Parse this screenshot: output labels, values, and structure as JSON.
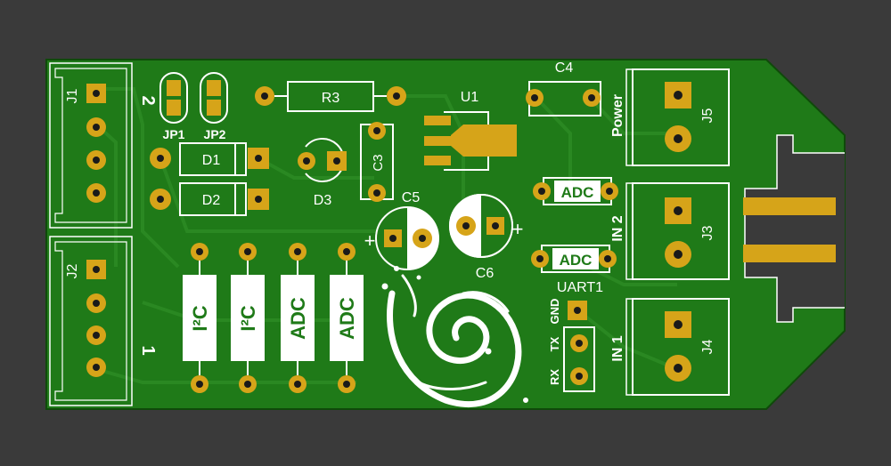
{
  "board": {
    "colors": {
      "background": "#3a3a3a",
      "pcb": "#1f7a18",
      "trace": "#2a8a22",
      "pad": "#d6a419",
      "silk": "#ffffff",
      "drill": "#1a1a1a"
    }
  },
  "refs": {
    "j1": "J1",
    "j2": "J2",
    "j3": "J3",
    "j4": "J4",
    "j5": "J5",
    "jp1": "JP1",
    "jp2": "JP2",
    "d1": "D1",
    "d2": "D2",
    "d3": "D3",
    "r3": "R3",
    "u1": "U1",
    "c3": "C3",
    "c4": "C4",
    "c5": "C5",
    "c6": "C6",
    "uart1": "UART1"
  },
  "labels": {
    "num_2": "2",
    "num_1": "1",
    "power": "Power",
    "in2": "IN 2",
    "in1": "IN 1",
    "adc_top": "ADC",
    "adc_mid": "ADC",
    "i2c_a": "I²C",
    "i2c_b": "I²C",
    "adc_v1": "ADC",
    "adc_v2": "ADC",
    "gnd": "GND",
    "tx": "TX",
    "rx": "RX",
    "plus_c5": "+",
    "plus_c6": "+"
  }
}
